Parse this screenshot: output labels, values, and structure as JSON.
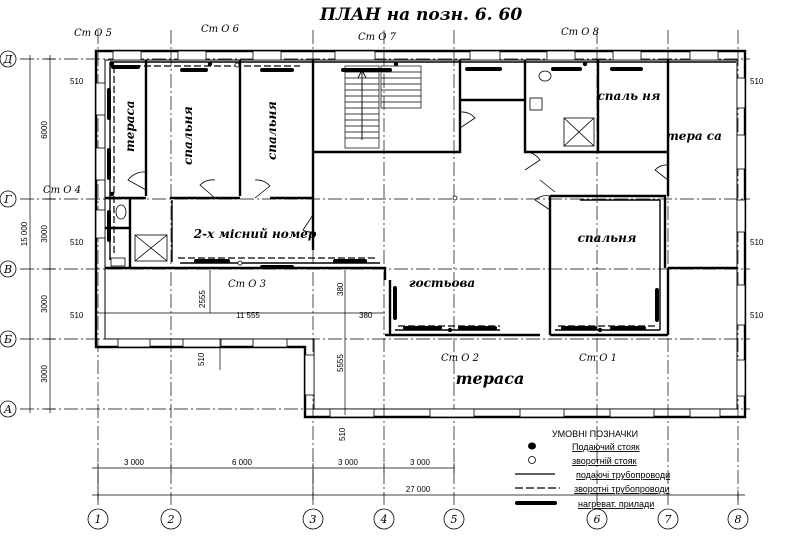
{
  "title": "ПЛАН на позн.  6. 60",
  "risers": [
    "Ст О 5",
    "Ст О 6",
    "Ст О 7",
    "Ст О 8",
    "Ст О 4",
    "Ст О 3",
    "Ст О 2",
    "Ст О 1"
  ],
  "rooms": {
    "terrace_left": "тераса",
    "bedroom_1": "спальня",
    "bedroom_2": "спальня",
    "bedroom_top_right": "спаль ня",
    "terrace_right": "тера са",
    "double_room": "2-х місний номер",
    "bedroom_right": "спальня",
    "living": "гостьова",
    "terrace_bottom": "тераса"
  },
  "axes": {
    "rows": [
      "Д",
      "Г",
      "В",
      "Б",
      "А"
    ],
    "cols": [
      "1",
      "2",
      "3",
      "4",
      "5",
      "6",
      "7",
      "8"
    ]
  },
  "dimensions": {
    "left_overall": "15 000",
    "left_segments": [
      "6000",
      "3000",
      "3000",
      "3000"
    ],
    "bottom_segments": [
      "3 000",
      "6 000",
      "3 000",
      "3 000"
    ],
    "bottom_overall": "27 000",
    "offsets": [
      "510",
      "510",
      "510",
      "510",
      "510",
      "510",
      "510",
      "510"
    ],
    "inner": [
      "2555",
      "11 555",
      "380",
      "380",
      "5555"
    ]
  },
  "legend": {
    "title": "УМОВНІ ПОЗНАЧКИ",
    "items": [
      "Подаючий стояк",
      "зворотній стояк",
      "подаючі трубопроводи",
      "зворотні трубопроводи",
      "нагреват. прилади"
    ]
  }
}
